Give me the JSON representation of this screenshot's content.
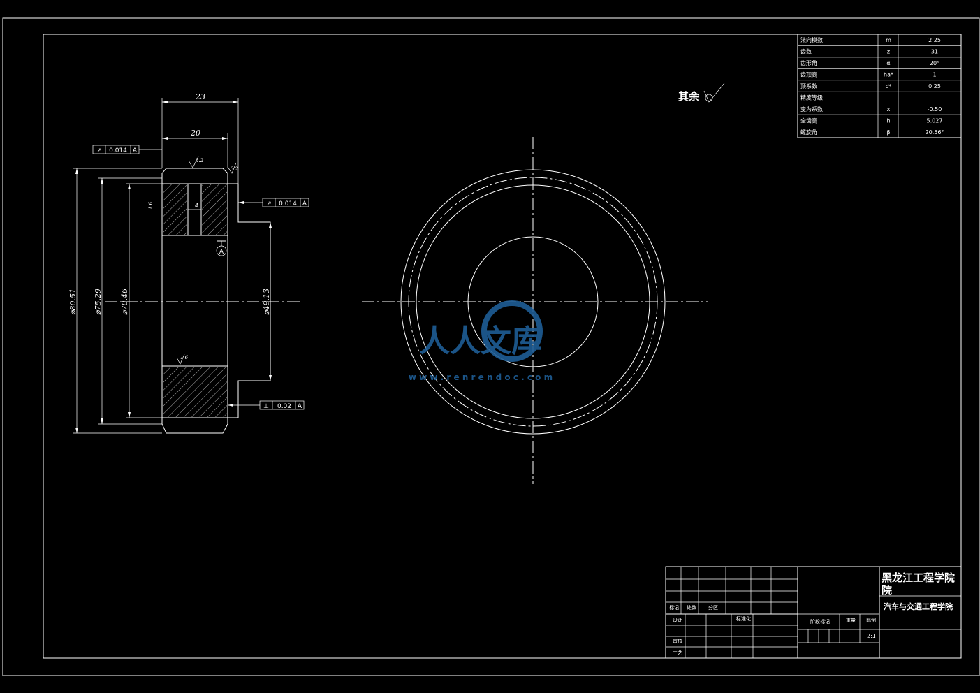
{
  "drawing": {
    "dims": {
      "width_23": "23",
      "width_20": "20",
      "dia_80": "⌀80.51",
      "dia_75": "⌀75.29",
      "dia_70": "⌀70.46",
      "dia_49": "⌀49.13",
      "rough_top": "3.2",
      "rough_right": "3.2",
      "rough_left": "1.6",
      "rough_bottom": "1.6",
      "slot_w": "4"
    },
    "tolerances": [
      {
        "symbol": "↗",
        "value": "0.014",
        "datum": "A"
      },
      {
        "symbol": "↗",
        "value": "0.014",
        "datum": "A"
      },
      {
        "symbol": "⊥",
        "value": "0.02",
        "datum": "A"
      }
    ],
    "datum_label": "A",
    "surface_note": "其余"
  },
  "param_table": {
    "rows": [
      {
        "name": "法向模数",
        "sym": "m",
        "val": "2.25"
      },
      {
        "name": "齿数",
        "sym": "z",
        "val": "31"
      },
      {
        "name": "齿形角",
        "sym": "α",
        "val": "20°"
      },
      {
        "name": "齿顶高",
        "sym": "ha*",
        "val": "1"
      },
      {
        "name": "顶系数",
        "sym": "c*",
        "val": "0.25"
      },
      {
        "name": "精度等级",
        "sym": "",
        "val": ""
      },
      {
        "name": "变为系数",
        "sym": "x",
        "val": "-0.50"
      },
      {
        "name": "全齿高",
        "sym": "h",
        "val": "5.027"
      },
      {
        "name": "螺旋角",
        "sym": "β",
        "val": "20.56°"
      }
    ]
  },
  "title_block": {
    "school": "黑龙江工程学院",
    "school_wrap": "院",
    "dept": "汽车与交通工程学院",
    "labels": {
      "mark": "标记",
      "count": "处数",
      "zone": "分区",
      "design": "设计",
      "standard": "标准化",
      "review": "审核",
      "process": "工艺",
      "stage_mark": "阶段标记",
      "weight": "重量",
      "scale": "比例",
      "scale_val": "2:1"
    }
  },
  "watermark": {
    "text": "人人文库",
    "url": "w w w . r e n r e n d o c . c o m"
  }
}
